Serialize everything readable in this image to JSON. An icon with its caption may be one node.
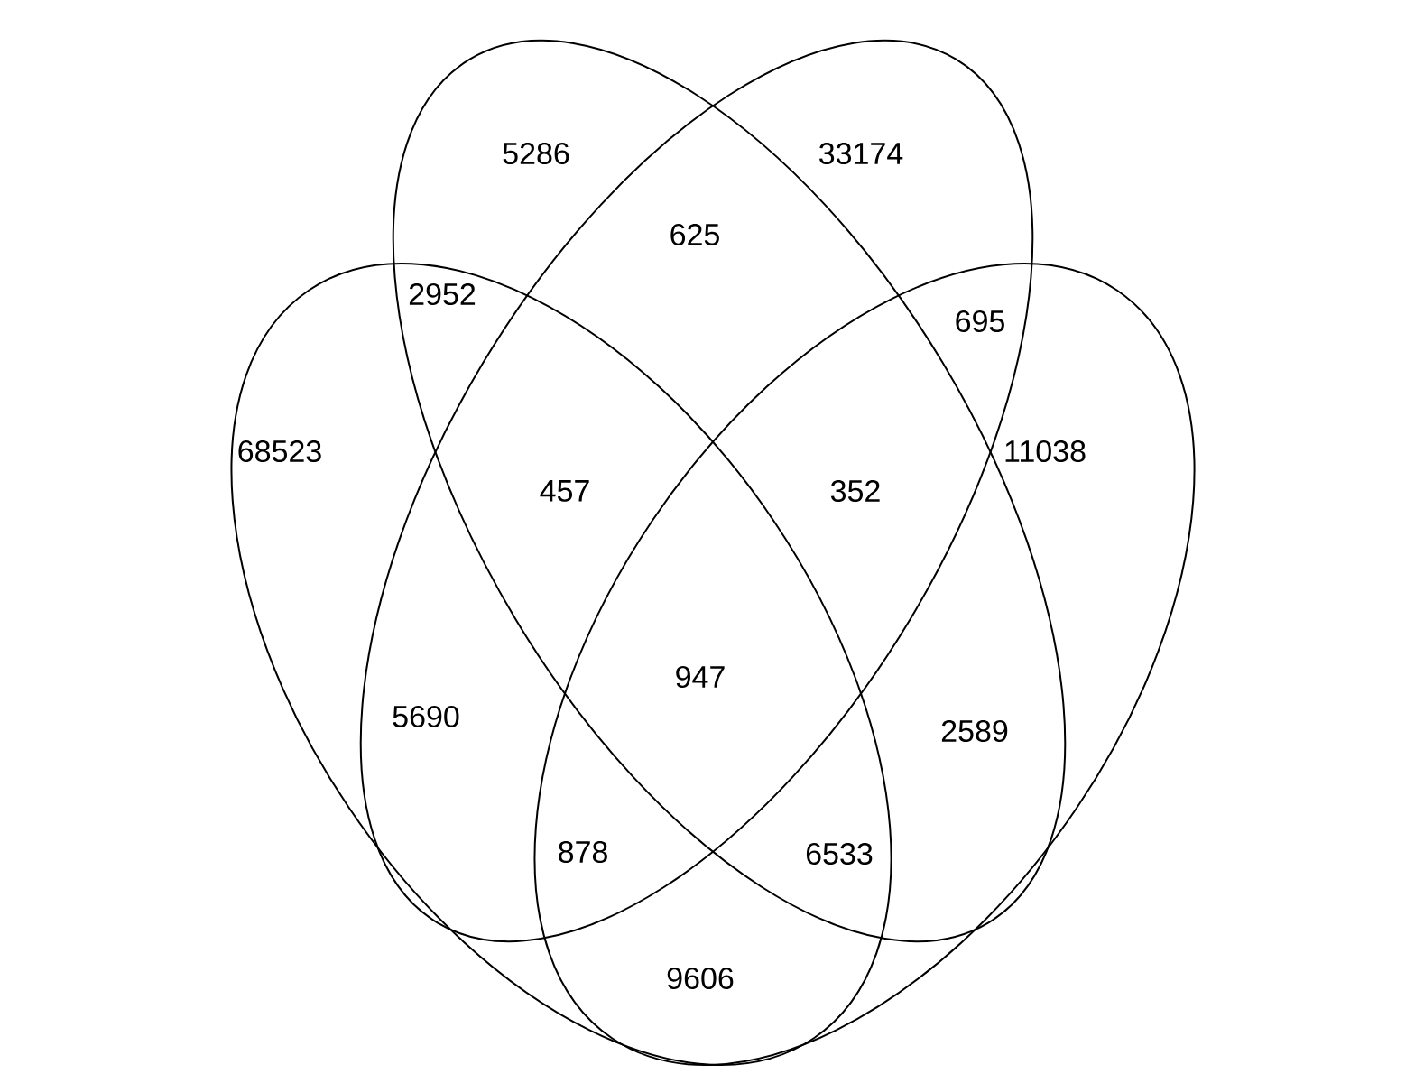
{
  "diagram": {
    "nodes": [
      {
        "text": [],
        "shape": "ellipse"
      },
      {
        "text": [],
        "shape": "ellipse"
      },
      {
        "text": [],
        "shape": "ellipse"
      },
      {
        "text": [],
        "shape": "ellipse"
      }
    ],
    "labels": [
      "5286",
      "33174",
      "625",
      "2952",
      "695",
      "68523",
      "457",
      "352",
      "11038",
      "947",
      "5690",
      "2589",
      "878",
      "6533",
      "9606"
    ]
  }
}
